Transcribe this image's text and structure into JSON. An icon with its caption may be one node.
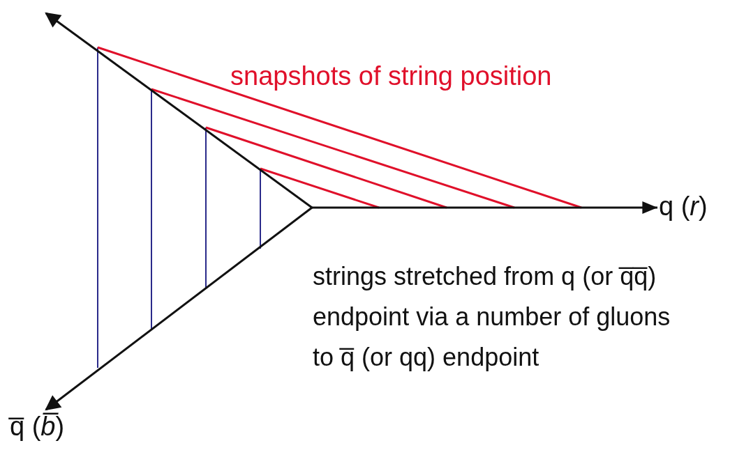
{
  "diagram": {
    "nodes": [
      {
        "text": [
          "q (*r*)"
        ]
      },
      {
        "text": [
          "q̅ (*b̅*)"
        ]
      }
    ],
    "edges": [
      {
        "from": null,
        "to": 0,
        "arrow": "to"
      },
      {
        "from": null,
        "to": 1,
        "arrow": "to"
      }
    ],
    "labels": [
      "snapshots of string position",
      "strings stretched from q (or q̅q̅) endpoint via a number of gluons to q̅ (or qq) endpoint"
    ]
  }
}
